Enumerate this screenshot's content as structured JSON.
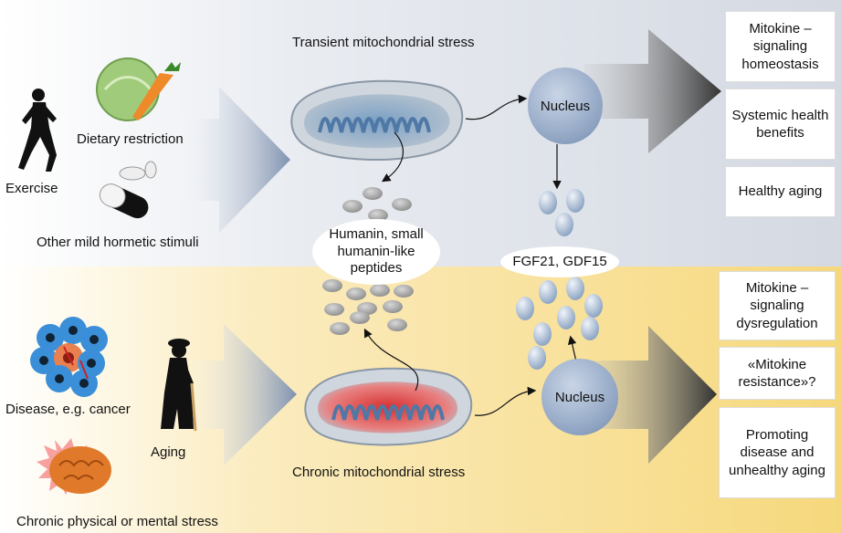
{
  "top": {
    "title": "Transient mitochondrial stress",
    "stimuli": {
      "exercise": "Exercise",
      "diet": "Dietary restriction",
      "other": "Other mild hormetic stimuli"
    },
    "nucleus": "Nucleus",
    "outcomes": [
      "Mitokine – signaling homeostasis",
      "Systemic health benefits",
      "Healthy aging"
    ]
  },
  "middle": {
    "peptides": "Humanin, small humanin-like peptides",
    "factors": "FGF21, GDF15"
  },
  "bottom": {
    "title": "Chronic mitochondrial stress",
    "stimuli": {
      "disease": "Disease, e.g. cancer",
      "aging": "Aging",
      "stress": "Chronic physical or mental stress"
    },
    "nucleus": "Nucleus",
    "outcomes": [
      "Mitokine – signaling dysregulation",
      "«Mitokine resistance»?",
      "Promoting disease and unhealthy aging"
    ]
  }
}
